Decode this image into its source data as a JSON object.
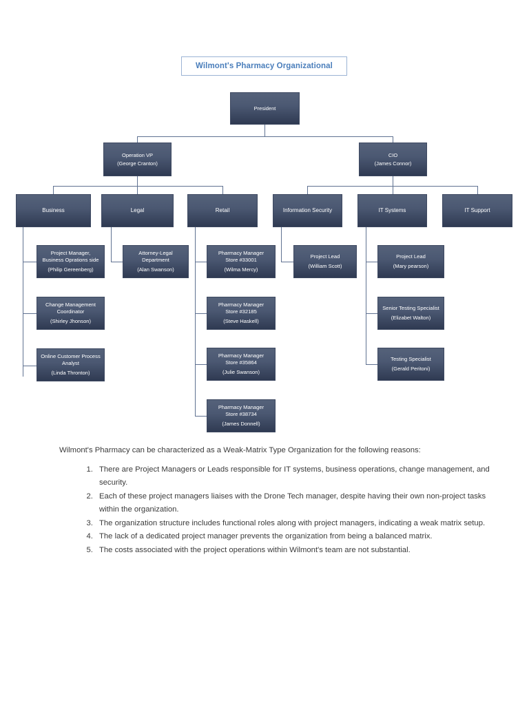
{
  "title": {
    "text": "Wilmont's Pharmacy Organizational",
    "color": "#4a7ebb",
    "border_color": "#9bb3d4"
  },
  "theme": {
    "node_fill_top": "#55627a",
    "node_fill_bottom": "#2f3a52",
    "node_text": "#ffffff",
    "connector": "#5f7191",
    "body_text": "#3a3a3a"
  },
  "chart_data": {
    "type": "diagram",
    "title": "Wilmont's Pharmacy Organizational",
    "nodes": {
      "president": {
        "role": "President",
        "name": ""
      },
      "operation_vp": {
        "role": "Operation VP",
        "name": "(George Cranton)"
      },
      "cio": {
        "role": "CIO",
        "name": "(James Connor)"
      },
      "business": {
        "role": "Business",
        "name": ""
      },
      "legal": {
        "role": "Legal",
        "name": ""
      },
      "retail": {
        "role": "Retail",
        "name": ""
      },
      "information_security": {
        "role": "Information Security",
        "name": ""
      },
      "it_systems": {
        "role": "IT Systems",
        "name": ""
      },
      "it_support": {
        "role": "IT Support",
        "name": ""
      },
      "business_1": {
        "line1": "Project Manager,",
        "line2": "Business Oprations side",
        "name": "(Philip Gereenberg)"
      },
      "business_2": {
        "line1": "Change Management",
        "line2": "Coordinator",
        "name": "(Shirley Jhonson)"
      },
      "business_3": {
        "line1": "Online Customer Process",
        "line2": "Analyst",
        "name": "(Linda Thronton)"
      },
      "legal_1": {
        "line1": "Attorney-Legal",
        "line2": "Department",
        "name": "(Alan Swanson)"
      },
      "retail_1": {
        "line1": "Pharmacy Manager",
        "line2": "Store #33001",
        "name": "(Wilma Mercy)"
      },
      "retail_2": {
        "line1": "Pharmacy Manager",
        "line2": "Store #32185",
        "name": "(Steve Haskell)"
      },
      "retail_3": {
        "line1": "Pharmacy Manager",
        "line2": "Store #35864",
        "name": "(Julie Swanson)"
      },
      "retail_4": {
        "line1": "Pharmacy Manager",
        "line2": "Store #38734",
        "name": "(James Donnell)"
      },
      "infosec_1": {
        "line1": "Project Lead",
        "line2": "",
        "name": "(William Scott)"
      },
      "itsys_1": {
        "line1": "Project Lead",
        "line2": "",
        "name": "(Mary pearson)"
      },
      "itsys_2": {
        "line1": "Senior Testing Specialist",
        "line2": "",
        "name": "(Elizabet Walton)"
      },
      "itsys_3": {
        "line1": "Testing Specialist",
        "line2": "",
        "name": "(Gerald Peritoni)"
      }
    },
    "edges": [
      [
        "president",
        "operation_vp"
      ],
      [
        "president",
        "cio"
      ],
      [
        "operation_vp",
        "business"
      ],
      [
        "operation_vp",
        "legal"
      ],
      [
        "operation_vp",
        "retail"
      ],
      [
        "cio",
        "information_security"
      ],
      [
        "cio",
        "it_systems"
      ],
      [
        "cio",
        "it_support"
      ],
      [
        "business",
        "business_1"
      ],
      [
        "business",
        "business_2"
      ],
      [
        "business",
        "business_3"
      ],
      [
        "legal",
        "legal_1"
      ],
      [
        "retail",
        "retail_1"
      ],
      [
        "retail",
        "retail_2"
      ],
      [
        "retail",
        "retail_3"
      ],
      [
        "retail",
        "retail_4"
      ],
      [
        "information_security",
        "infosec_1"
      ],
      [
        "it_systems",
        "itsys_1"
      ],
      [
        "it_systems",
        "itsys_2"
      ],
      [
        "it_systems",
        "itsys_3"
      ]
    ]
  },
  "body": {
    "intro": "Wilmont's Pharmacy can be characterized as a Weak-Matrix Type Organization for the following reasons:",
    "reasons": [
      "There are Project Managers or Leads responsible for IT systems, business operations, change management, and security.",
      "Each of these project managers liaises with the Drone Tech manager, despite having their own non-project tasks within the organization.",
      "The organization structure includes functional roles along with project managers, indicating a weak matrix setup.",
      "The lack of a dedicated project manager prevents the organization from being a balanced matrix.",
      "The costs associated with the project operations within Wilmont's team are not substantial."
    ]
  }
}
